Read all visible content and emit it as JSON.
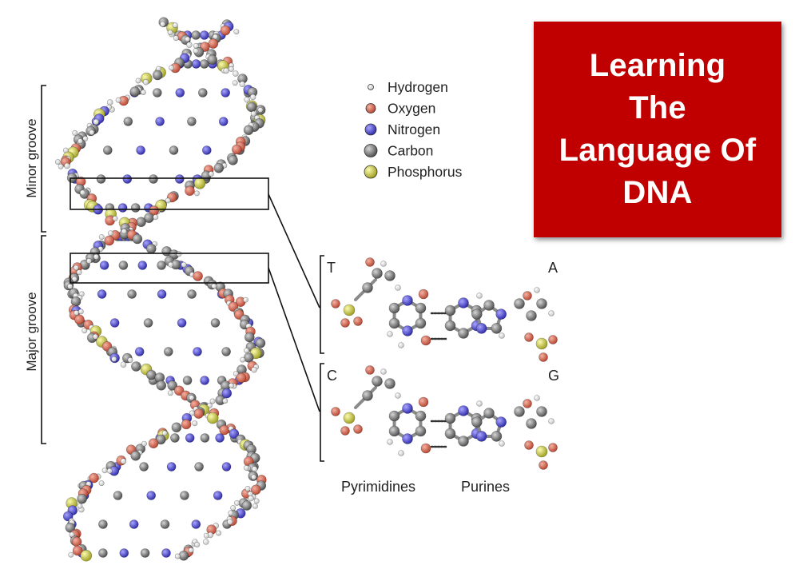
{
  "title": {
    "lines": [
      "Learning",
      "The",
      "Language Of",
      "DNA"
    ],
    "background": "#c00000",
    "text_color": "#ffffff"
  },
  "legend": [
    {
      "label": "Hydrogen",
      "color": "#ffffff"
    },
    {
      "label": "Oxygen",
      "color": "#e06a55"
    },
    {
      "label": "Nitrogen",
      "color": "#4a46d6"
    },
    {
      "label": "Carbon",
      "color": "#808080"
    },
    {
      "label": "Phosphorus",
      "color": "#d8d84a"
    }
  ],
  "grooves": {
    "minor": "Minor groove",
    "major": "Major groove"
  },
  "base_pairs": {
    "top_left": "T",
    "top_right": "A",
    "bottom_left": "C",
    "bottom_right": "G"
  },
  "base_types": {
    "left": "Pyrimidines",
    "right": "Purines"
  }
}
